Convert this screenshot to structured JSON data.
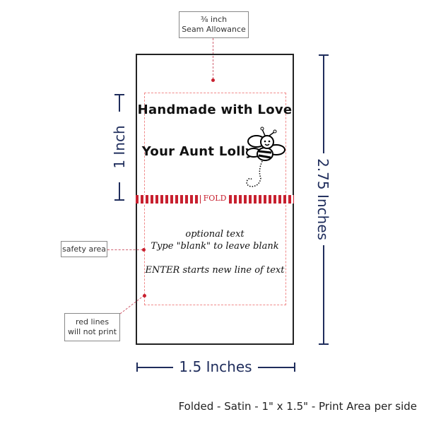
{
  "seam_allowance": {
    "line1": "⅜ inch",
    "line2": "Seam Allowance"
  },
  "label": {
    "line1": "Handmade with Love",
    "line2": "Your Aunt Lolly",
    "fold": "FOLD",
    "bottom_lines": [
      "optional text",
      "Type \"blank\" to leave blank",
      "ENTER starts new line of text"
    ],
    "icon": "bee-icon"
  },
  "callouts": {
    "safety_area": "safety area",
    "red_lines_1": "red lines",
    "red_lines_2": "will not print"
  },
  "dimensions": {
    "height_fold": "1 Inch",
    "height_total": "2.75 Inches",
    "width": "1.5 Inches"
  },
  "footer": "Folded - Satin - 1\" x 1.5\" - Print Area per side",
  "colors": {
    "red": "#c8202f",
    "dim": "#1f2d5c",
    "safety": "#f08a8a"
  }
}
